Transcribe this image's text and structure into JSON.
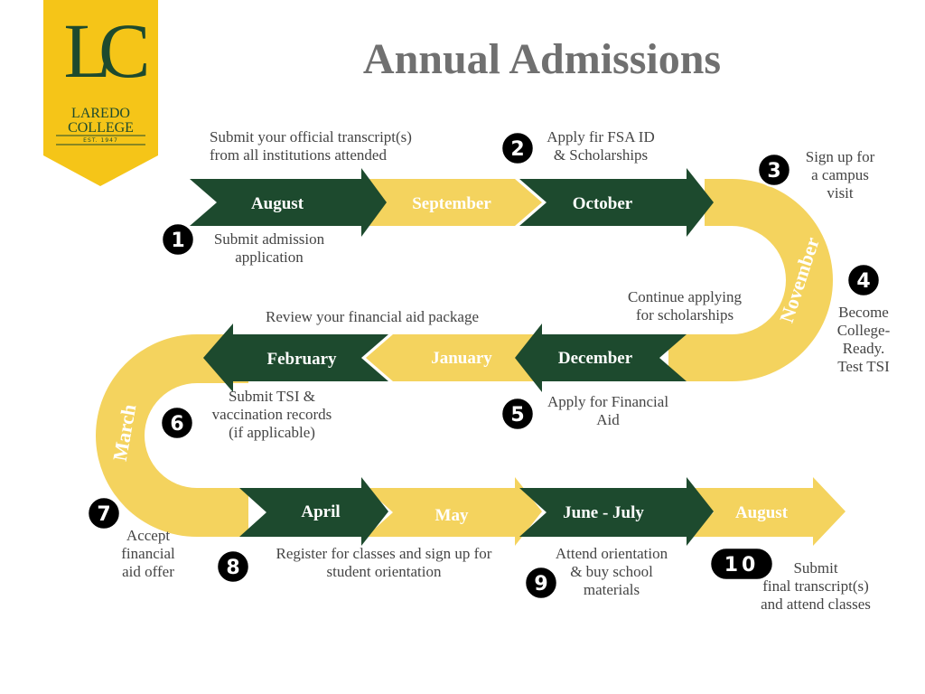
{
  "logo": {
    "initials": "LC",
    "line1": "LAREDO",
    "line2": "COLLEGE",
    "est": "EST. 1947"
  },
  "title": "Annual Admissions",
  "colors": {
    "green": "#1d4a2e",
    "yellow": "#f4d35e",
    "logo_yellow": "#f5c518",
    "text": "#444444",
    "title": "#707070"
  },
  "months": {
    "row1": [
      "August",
      "September",
      "October"
    ],
    "curve_right": "November",
    "row2": [
      "December",
      "January",
      "February"
    ],
    "curve_left": "March",
    "row3": [
      "April",
      "May",
      "June - July",
      "August"
    ]
  },
  "steps": [
    {
      "num": "1",
      "lines": [
        "Submit admission",
        "application"
      ]
    },
    {
      "num": "2",
      "lines": [
        "Apply fir FSA ID",
        "& Scholarships"
      ]
    },
    {
      "num": "3",
      "lines": [
        "Sign up for",
        "a campus",
        "visit"
      ]
    },
    {
      "num": "4",
      "lines": [
        "Become",
        "College-",
        "Ready.",
        "Test TSI"
      ]
    },
    {
      "num": "5",
      "lines": [
        "Apply for Financial",
        "Aid"
      ]
    },
    {
      "num": "6",
      "lines": [
        "Submit TSI &",
        "vaccination records",
        "(if applicable)"
      ]
    },
    {
      "num": "7",
      "lines": [
        "Accept",
        "financial",
        "aid offer"
      ]
    },
    {
      "num": "8",
      "lines": [
        "Register for classes and sign up for",
        "student orientation"
      ]
    },
    {
      "num": "9",
      "lines": [
        "Attend orientation",
        "& buy school",
        "materials"
      ]
    },
    {
      "num": "10",
      "lines": [
        "Submit",
        "final transcript(s)",
        "and attend classes"
      ]
    }
  ],
  "notes": [
    {
      "lines": [
        "Submit your official transcript(s)",
        "from all institutions attended"
      ]
    },
    {
      "lines": [
        "Continue applying",
        "for scholarships"
      ]
    },
    {
      "lines": [
        "Review your financial aid package"
      ]
    }
  ]
}
